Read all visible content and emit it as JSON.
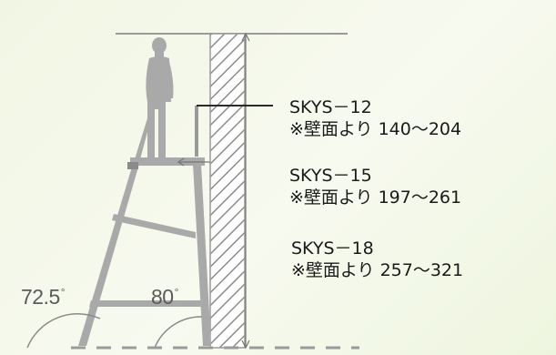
{
  "specs": [
    {
      "model": "SKYS－12",
      "distance": "※壁面より 140～204"
    },
    {
      "model": "SKYS－15",
      "distance": "※壁面より 197～261"
    },
    {
      "model": "SKYS－18",
      "distance": "※壁面より 257～321"
    }
  ],
  "angles": {
    "ladder_angle": "72.5",
    "ladder_angle_unit": "°",
    "wall_angle": "80",
    "wall_angle_unit": "°"
  },
  "colors": {
    "background": "#f1f6e4",
    "ladder": "#9a9a9a",
    "wall_stripe": "#8c8c8c",
    "text": "#1a1a1a",
    "angle_text": "#5b5b5b"
  }
}
